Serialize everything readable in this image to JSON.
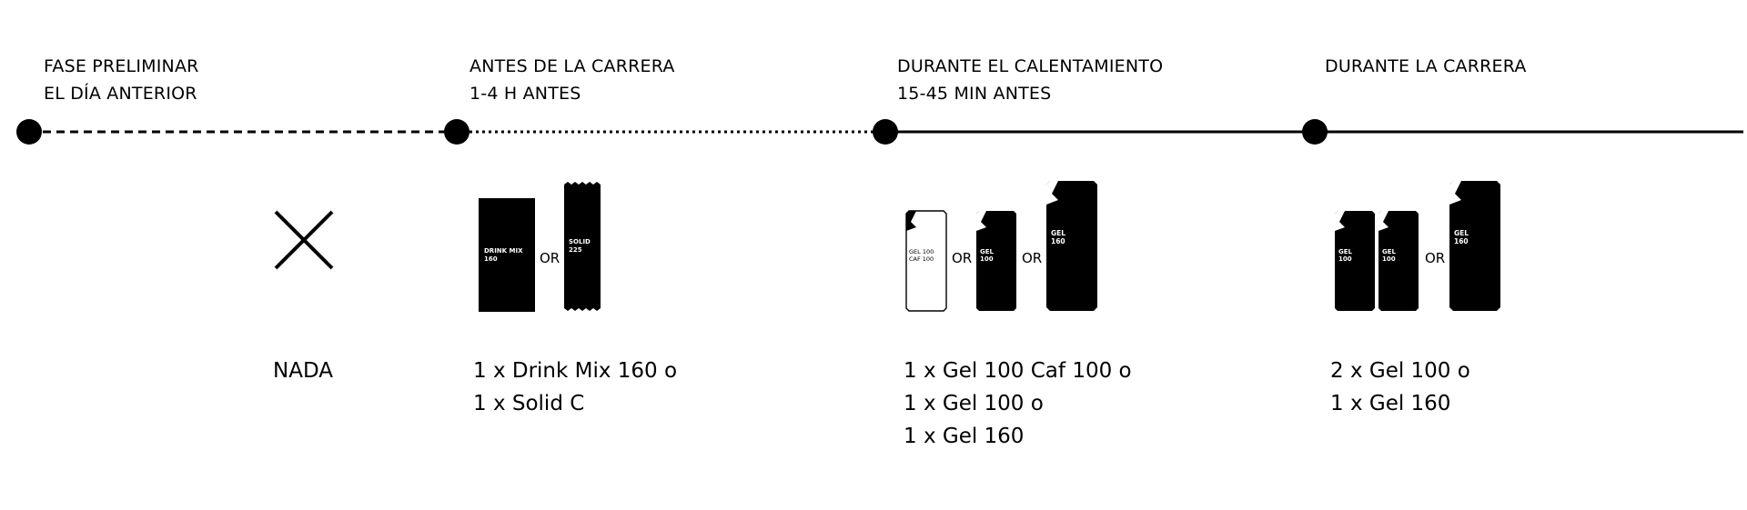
{
  "colors": {
    "ink": "#000000",
    "paper": "#ffffff"
  },
  "phases": [
    {
      "title": "FASE PRELIMINAR",
      "subtitle": "EL DÍA ANTERIOR"
    },
    {
      "title": "ANTES DE LA CARRERA",
      "subtitle": "1-4 H ANTES"
    },
    {
      "title": "DURANTE EL CALENTAMIENTO",
      "subtitle": "15-45 MIN ANTES"
    },
    {
      "title": "DURANTE LA CARRERA",
      "subtitle": ""
    }
  ],
  "timeline": {
    "segment_styles": [
      "dashed",
      "dotted",
      "solid",
      "solid"
    ]
  },
  "icons": {
    "none": "cross-icon"
  },
  "products": {
    "drink_mix": {
      "label_line1": "DRINK MIX",
      "label_line2": "160"
    },
    "solid": {
      "label_line1": "SOLID",
      "label_line2": "225"
    },
    "gel_caf": {
      "label_line1": "GEL 100",
      "label_line2": "CAF 100"
    },
    "gel_100": {
      "label_line1": "GEL",
      "label_line2": "100"
    },
    "gel_160": {
      "label_line1": "GEL",
      "label_line2": "160"
    }
  },
  "or_label": "OR",
  "descriptions": [
    {
      "lines": [
        "NADA"
      ]
    },
    {
      "lines": [
        "1 x Drink Mix 160 o",
        "1 x Solid C"
      ]
    },
    {
      "lines": [
        "1 x Gel 100 Caf 100 o",
        "1 x Gel 100 o",
        "1 x Gel 160"
      ]
    },
    {
      "lines": [
        "2 x Gel 100 o",
        "1 x Gel 160"
      ]
    }
  ]
}
